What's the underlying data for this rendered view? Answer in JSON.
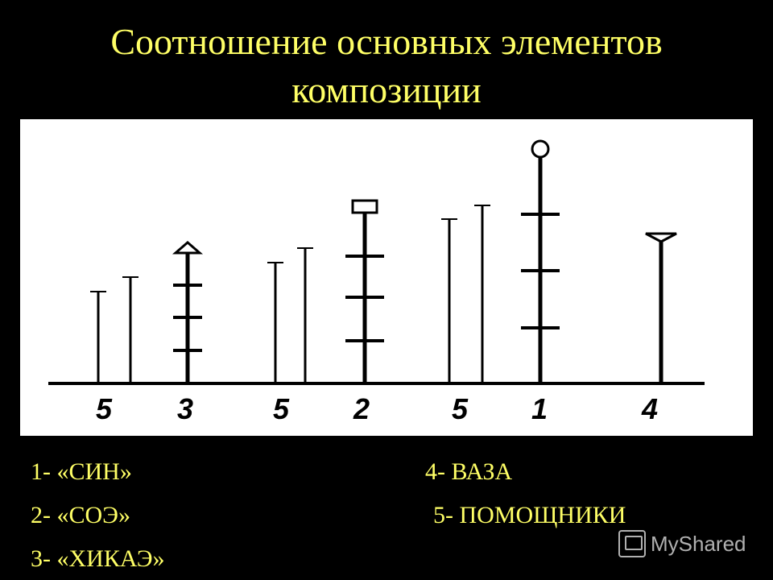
{
  "title": {
    "line1": "Соотношение основных элементов",
    "line2": "композиции"
  },
  "diagram": {
    "labels": [
      "5",
      "3",
      "5",
      "2",
      "5",
      "1",
      "4"
    ]
  },
  "legend": {
    "items": [
      "1- «СИН»",
      "2- «СОЭ»",
      "3- «ХИКАЭ»",
      "4- ВАЗА",
      "5- ПОМОЩНИКИ"
    ]
  },
  "watermark": {
    "text": "MyShared",
    "icon": "presentation-icon"
  },
  "colors": {
    "background": "#000000",
    "title": "#ffff66",
    "legend": "#ffff66",
    "panel": "#ffffff",
    "ink": "#000000"
  }
}
